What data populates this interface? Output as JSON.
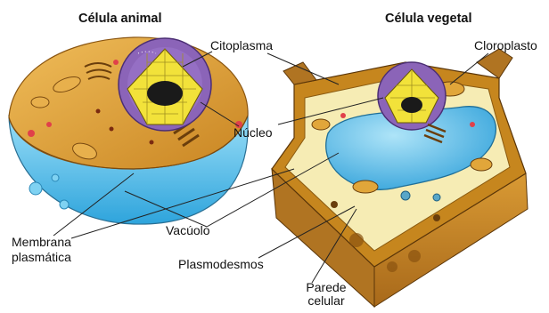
{
  "titles": {
    "animal": "Célula animal",
    "vegetal": "Célula vegetal"
  },
  "labels": {
    "citoplasma": "Citoplasma",
    "cloroplasto": "Cloroplasto",
    "nucleo": "Núcleo",
    "vacuolo": "Vacúolo",
    "membrana_line1": "Membrana",
    "membrana_line2": "plasmática",
    "plasmodesmos": "Plasmodesmos",
    "parede_line1": "Parede",
    "parede_line2": "celular"
  },
  "colors": {
    "animal_cytoplasm": "#e0a23a",
    "animal_membrane": "#3fb6e8",
    "nucleus_envelope": "#8b64b8",
    "nucleus_inner": "#f2e23a",
    "plant_wall": "#c6861e",
    "plant_cytoplasm": "#f6ecb4",
    "vacuole": "#58c2ee",
    "chloroplast": "#e1a63a"
  }
}
